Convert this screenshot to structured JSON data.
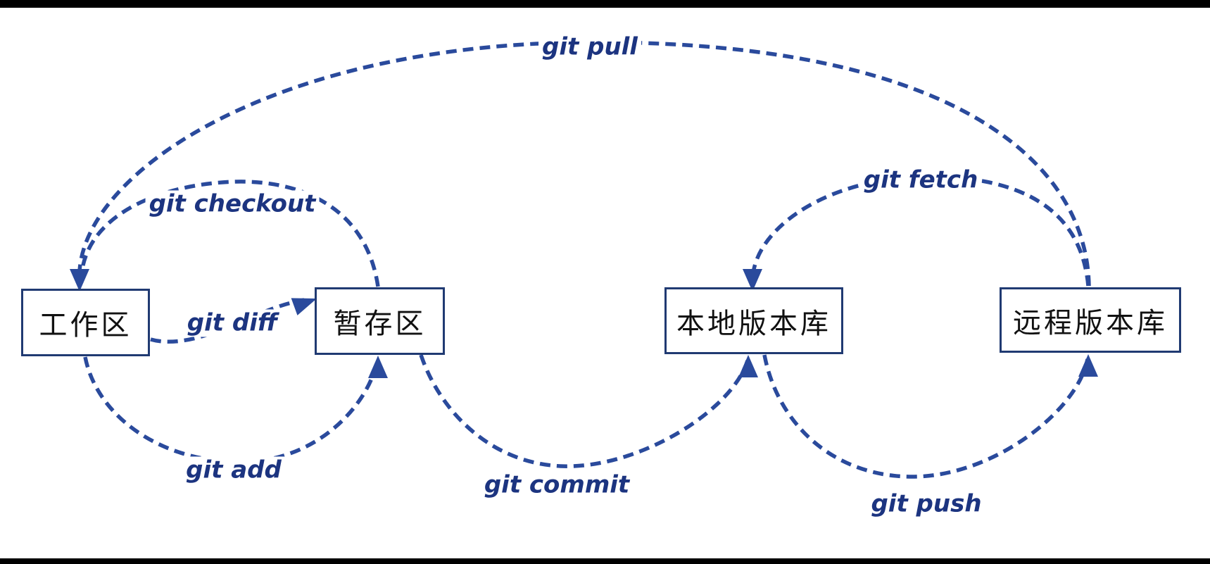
{
  "diagram": {
    "nodes": [
      {
        "id": "working-directory",
        "label": "工作区"
      },
      {
        "id": "staging-area",
        "label": "暂存区"
      },
      {
        "id": "local-repository",
        "label": "本地版本库"
      },
      {
        "id": "remote-repository",
        "label": "远程版本库"
      }
    ],
    "edges": [
      {
        "id": "git-pull",
        "label": "git pull",
        "from": "remote-repository",
        "to": "working-directory"
      },
      {
        "id": "git-checkout",
        "label": "git checkout",
        "from": "staging-area",
        "to": "working-directory"
      },
      {
        "id": "git-diff",
        "label": "git diff",
        "from": "working-directory",
        "to": "staging-area"
      },
      {
        "id": "git-add",
        "label": "git add",
        "from": "working-directory",
        "to": "staging-area"
      },
      {
        "id": "git-commit",
        "label": "git commit",
        "from": "staging-area",
        "to": "local-repository"
      },
      {
        "id": "git-fetch",
        "label": "git fetch",
        "from": "remote-repository",
        "to": "local-repository"
      },
      {
        "id": "git-push",
        "label": "git push",
        "from": "local-repository",
        "to": "remote-repository"
      }
    ],
    "colors": {
      "arrow": "#2a4a9c",
      "edge_label_text": "#1c3480",
      "node_border": "#203a72",
      "node_text": "#111111",
      "background": "#ffffff",
      "letterbox_bar": "#000000"
    }
  }
}
